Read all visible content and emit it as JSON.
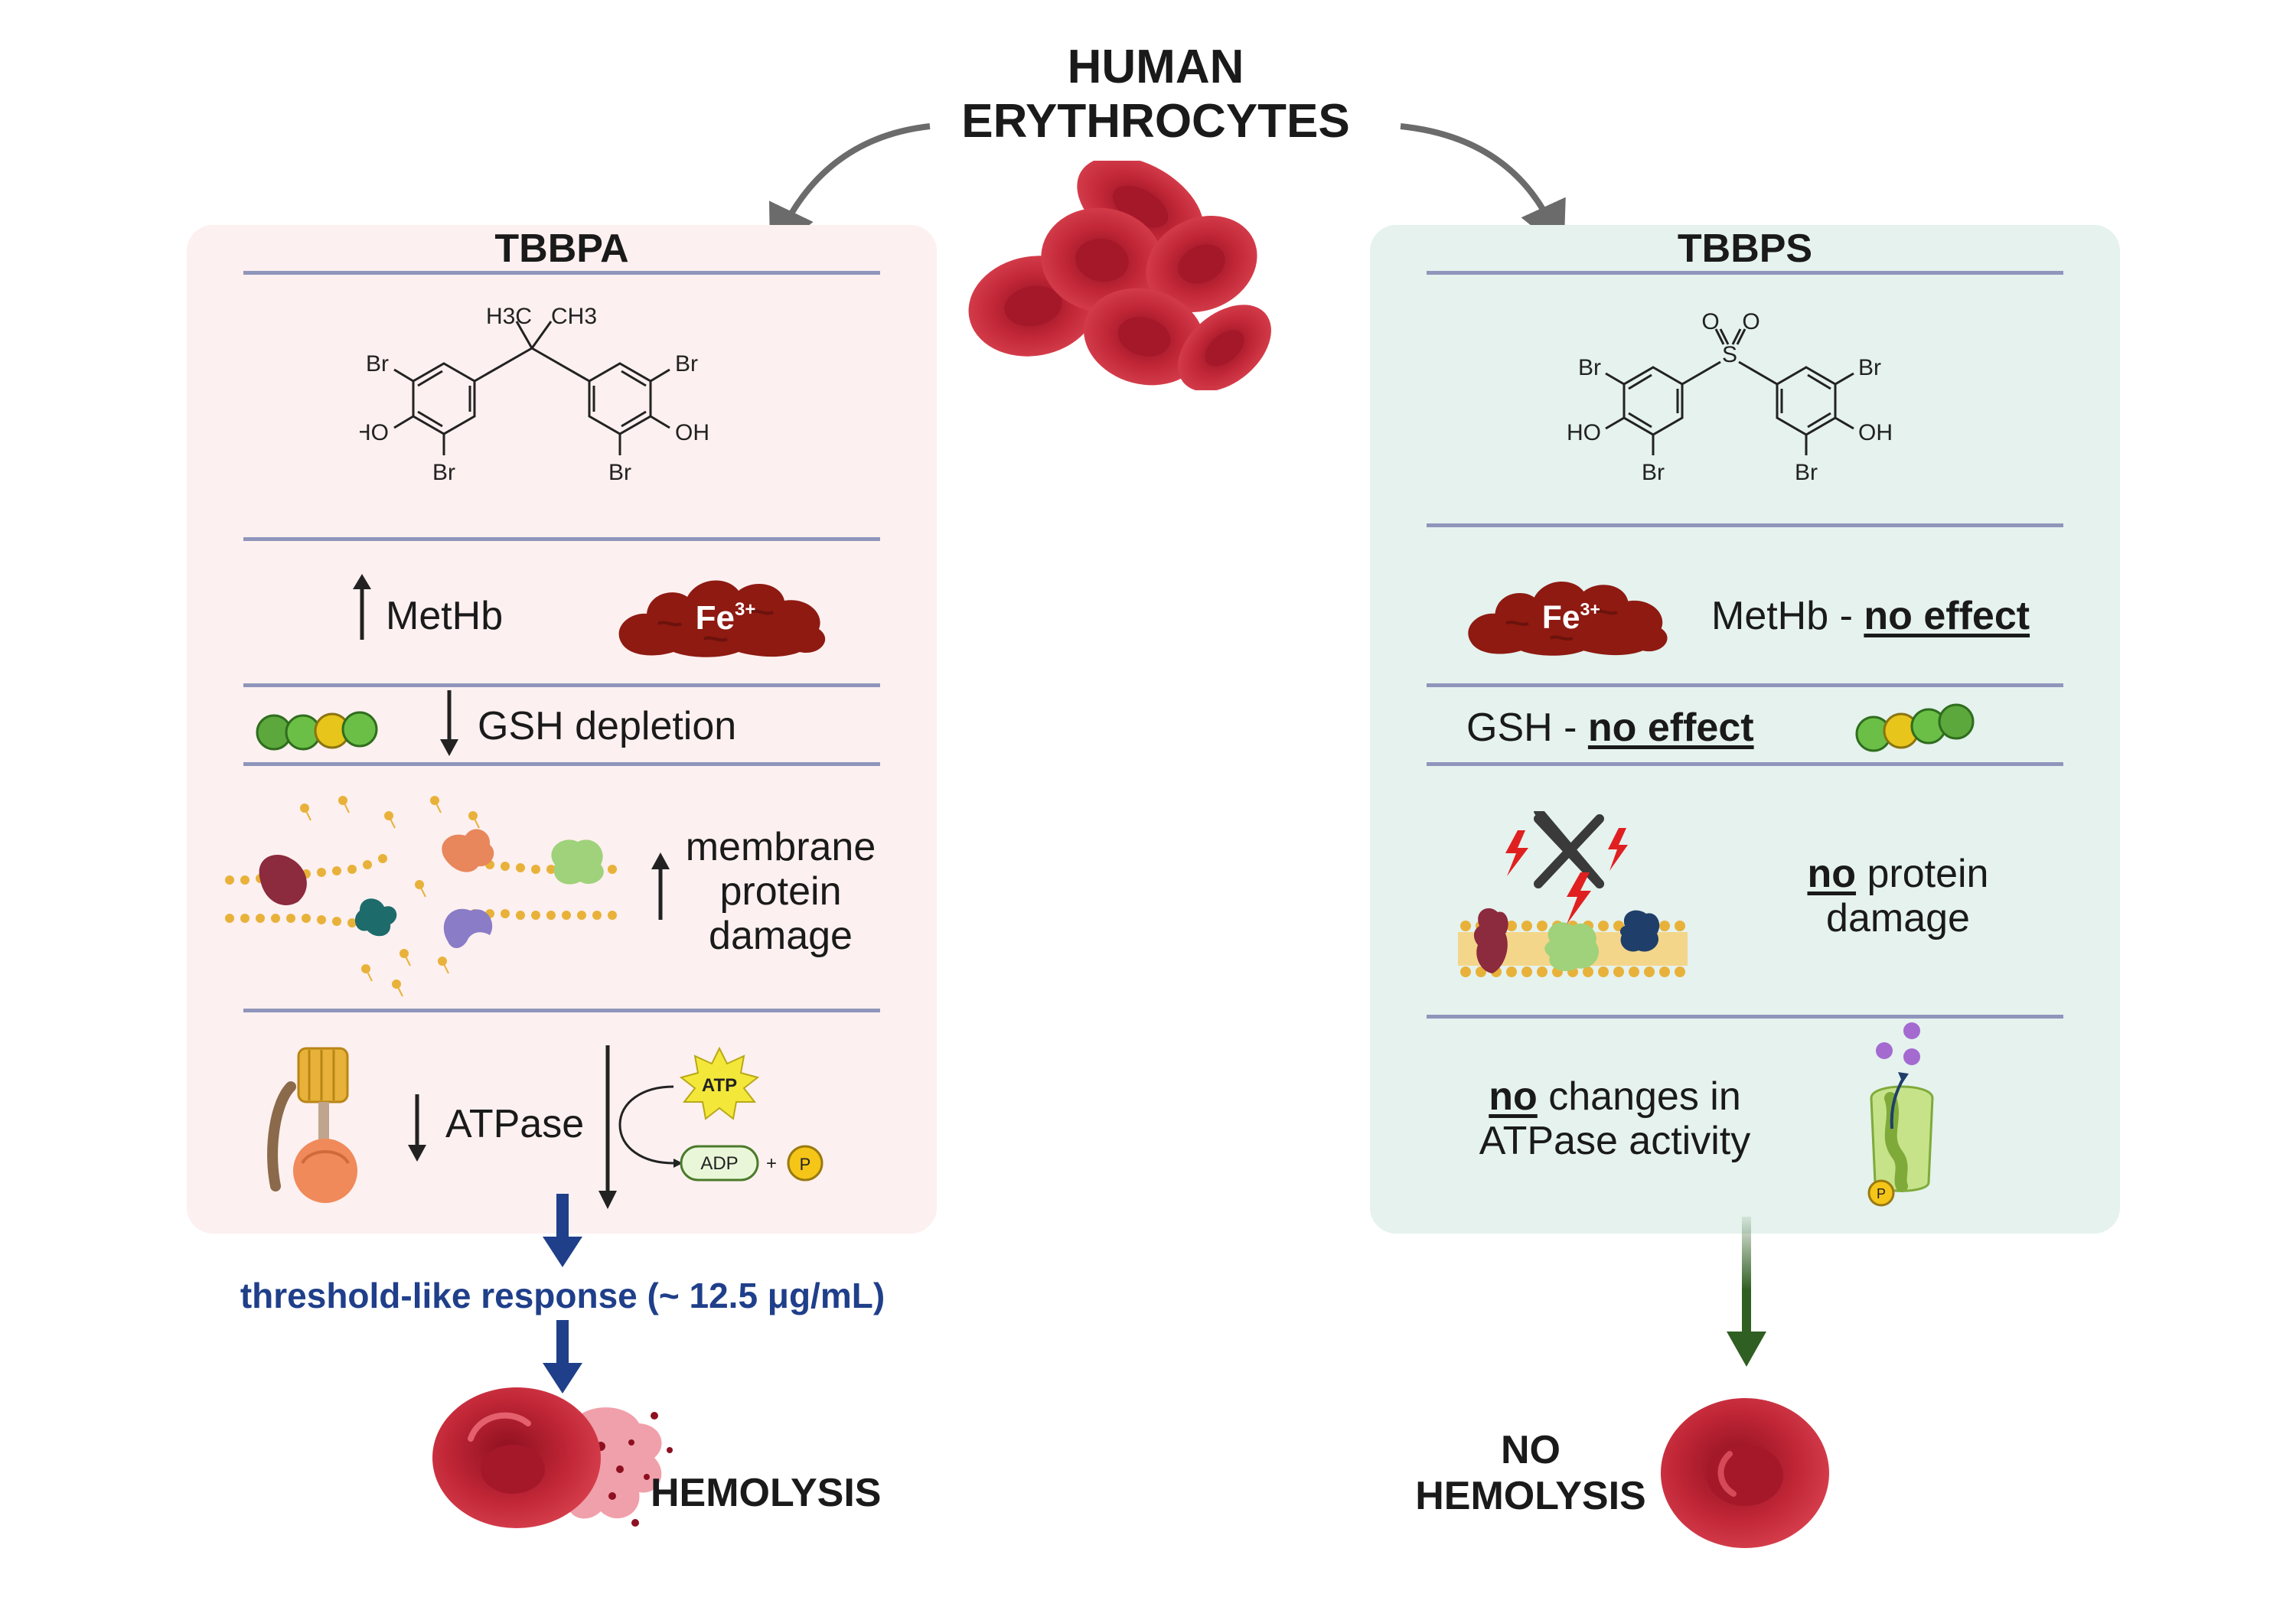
{
  "header": {
    "line1": "HUMAN",
    "line2": "ERYTHROCYTES"
  },
  "left": {
    "title": "TBBPA",
    "structure": {
      "methyl1": "H3C",
      "methyl2": "CH3",
      "br": "Br",
      "oh_left": "HO",
      "oh_right": "OH"
    },
    "methb": {
      "label": "MetHb",
      "iron": "Fe",
      "iron_charge": "3+"
    },
    "gsh": {
      "label": "GSH depletion"
    },
    "membrane": {
      "line1": "membrane",
      "line2": "protein",
      "line3": "damage"
    },
    "atpase": {
      "label": "ATPase",
      "atp": "ATP",
      "adp": "ADP",
      "plus": "+",
      "phosphate": "P"
    },
    "threshold": "threshold-like response (~ 12.5 μg/mL)",
    "outcome": "HEMOLYSIS"
  },
  "right": {
    "title": "TBBPS",
    "structure": {
      "o1": "O",
      "o2": "O",
      "s": "S",
      "br": "Br",
      "oh_left": "HO",
      "oh_right": "OH"
    },
    "methb": {
      "prefix": "MetHb - ",
      "emph": "no effect",
      "iron": "Fe",
      "iron_charge": "3+"
    },
    "gsh": {
      "prefix": "GSH - ",
      "emph": "no effect"
    },
    "protein": {
      "emph": "no",
      "rest": " protein",
      "line2": "damage"
    },
    "atpase": {
      "emph": "no",
      "rest": " changes in",
      "line2": "ATPase activity",
      "phosphate": "P"
    },
    "outcome_line1": "NO",
    "outcome_line2": "HEMOLYSIS"
  },
  "colors": {
    "left_panel": "#fdf0f0",
    "right_panel": "#e5f2ee",
    "blue_arrow": "#1f3f8a",
    "green_arrow": "#2f5f22",
    "rbc": "#c42a3a"
  }
}
